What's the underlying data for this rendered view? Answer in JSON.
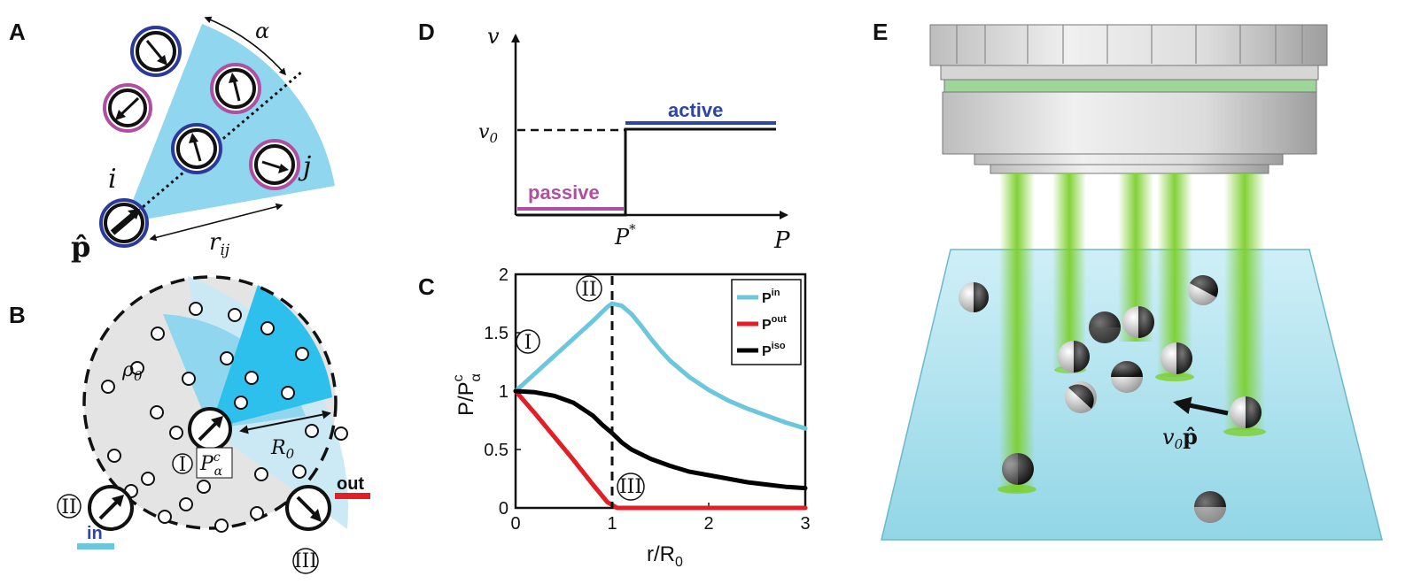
{
  "colors": {
    "light_blue": "#8fd6ee",
    "pale_blue": "#c9e9f5",
    "mid_blue": "#2ec0ec",
    "grey_fill": "#e4e4e4",
    "ring_blue": "#2b3a9a",
    "ring_magenta": "#b04fa0",
    "curve_in": "#6cc7dd",
    "curve_out": "#e31e24",
    "curve_iso": "#000000",
    "green_beam": "#7ccf2e",
    "active": "#2b45a8",
    "passive": "#b04fa0"
  },
  "panelA": {
    "label": "A",
    "alpha": "α",
    "i": "i",
    "j": "j",
    "p_hat": "p̂",
    "r_ij": "r",
    "r_sub": "ij"
  },
  "panelB": {
    "label": "B",
    "rho0": "ρ",
    "rho_sub": "0",
    "R0": "R",
    "R_sub": "0",
    "roman_I": "I",
    "roman_II": "II",
    "roman_III": "III",
    "P_alpha": "P",
    "P_sup": "c",
    "P_sub": "α",
    "in_label": "in",
    "out_label": "out"
  },
  "panelD": {
    "label": "D",
    "ylabel": "v",
    "xlabel": "P",
    "v0": "v",
    "v0_sub": "0",
    "pstar": "P",
    "pstar_sup": "*",
    "active_label": "active",
    "passive_label": "passive"
  },
  "panelE": {
    "label": "E",
    "v0p": "v",
    "v0p_sub": "0",
    "v0p_vec": "p̂"
  },
  "chart_data": {
    "type": "line",
    "panel_label": "C",
    "xlabel": "r/R",
    "xlabel_sub": "0",
    "ylabel": "P/P",
    "ylabel_sup": "c",
    "ylabel_sub": "α",
    "xlim": [
      0,
      3
    ],
    "ylim": [
      0,
      2
    ],
    "xticks": [
      "0",
      "1",
      "2",
      "3"
    ],
    "yticks": [
      "0",
      "0.5",
      "1",
      "1.5",
      "2"
    ],
    "legend_position": "top-right",
    "annotations": [
      "I",
      "II",
      "III"
    ],
    "series": [
      {
        "name": "P",
        "sup": "in",
        "color": "#6cc7dd",
        "x": [
          0,
          0.2,
          0.4,
          0.6,
          0.8,
          0.95,
          1.0,
          1.1,
          1.2,
          1.3,
          1.4,
          1.5,
          1.6,
          1.8,
          2.0,
          2.2,
          2.4,
          2.6,
          2.8,
          3.0
        ],
        "y": [
          1.0,
          1.15,
          1.3,
          1.45,
          1.6,
          1.72,
          1.75,
          1.73,
          1.66,
          1.56,
          1.45,
          1.35,
          1.26,
          1.12,
          1.01,
          0.92,
          0.85,
          0.79,
          0.73,
          0.68
        ]
      },
      {
        "name": "P",
        "sup": "out",
        "color": "#e31e24",
        "x": [
          0,
          0.2,
          0.4,
          0.6,
          0.8,
          0.95,
          1.05,
          1.5,
          2.0,
          2.5,
          3.0
        ],
        "y": [
          1.0,
          0.81,
          0.61,
          0.41,
          0.2,
          0.05,
          0.0,
          0.0,
          0.0,
          0.0,
          0.0
        ]
      },
      {
        "name": "P",
        "sup": "iso",
        "color": "#000000",
        "x": [
          0,
          0.2,
          0.4,
          0.6,
          0.8,
          0.9,
          1.0,
          1.1,
          1.2,
          1.4,
          1.6,
          1.8,
          2.0,
          2.2,
          2.4,
          2.6,
          2.8,
          3.0
        ],
        "y": [
          1.0,
          0.99,
          0.96,
          0.9,
          0.79,
          0.71,
          0.64,
          0.56,
          0.5,
          0.42,
          0.36,
          0.31,
          0.28,
          0.25,
          0.22,
          0.2,
          0.18,
          0.17
        ]
      }
    ]
  }
}
